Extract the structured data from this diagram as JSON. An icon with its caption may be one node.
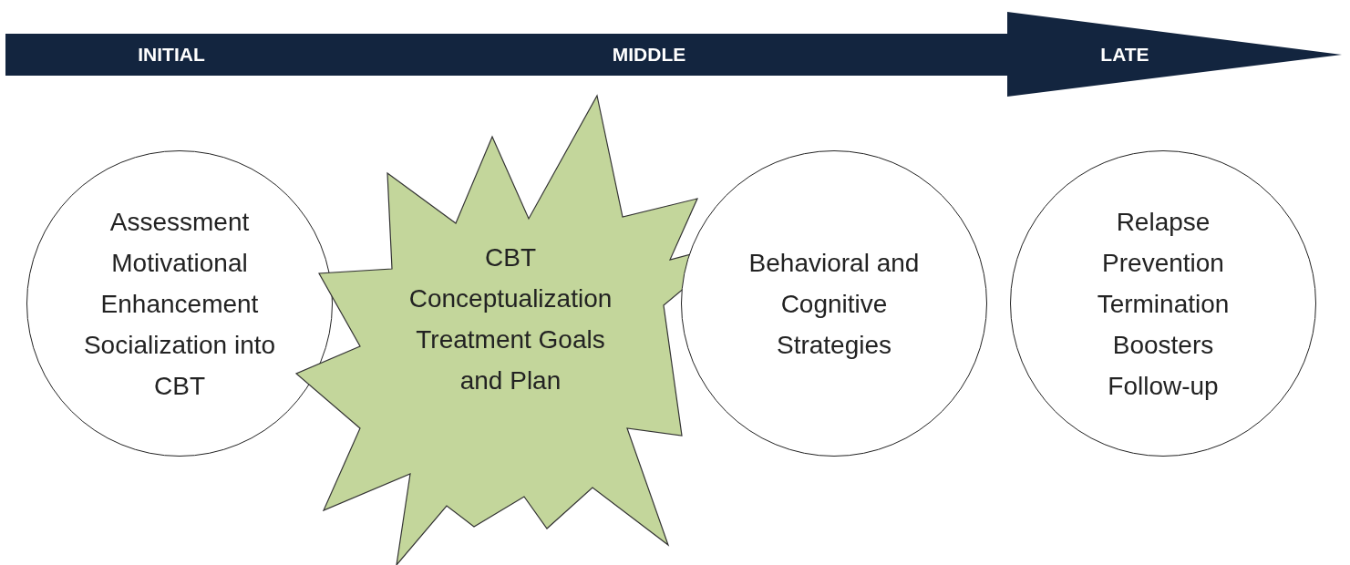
{
  "diagram": {
    "nodes": [
      {
        "text": [
          "Assessment",
          "Motivational Enhancement",
          "Socialization into CBT"
        ]
      },
      {
        "text": [
          "CBT Conceptualization",
          "Treatment Goals and Plan"
        ]
      },
      {
        "text": [
          "Behavioral and Cognitive Strategies"
        ]
      },
      {
        "text": [
          "Relapse Prevention",
          "Termination",
          "Boosters",
          "Follow-up"
        ]
      }
    ],
    "edges": [],
    "labels": [
      "INITIAL",
      "MIDDLE",
      "LATE"
    ]
  }
}
